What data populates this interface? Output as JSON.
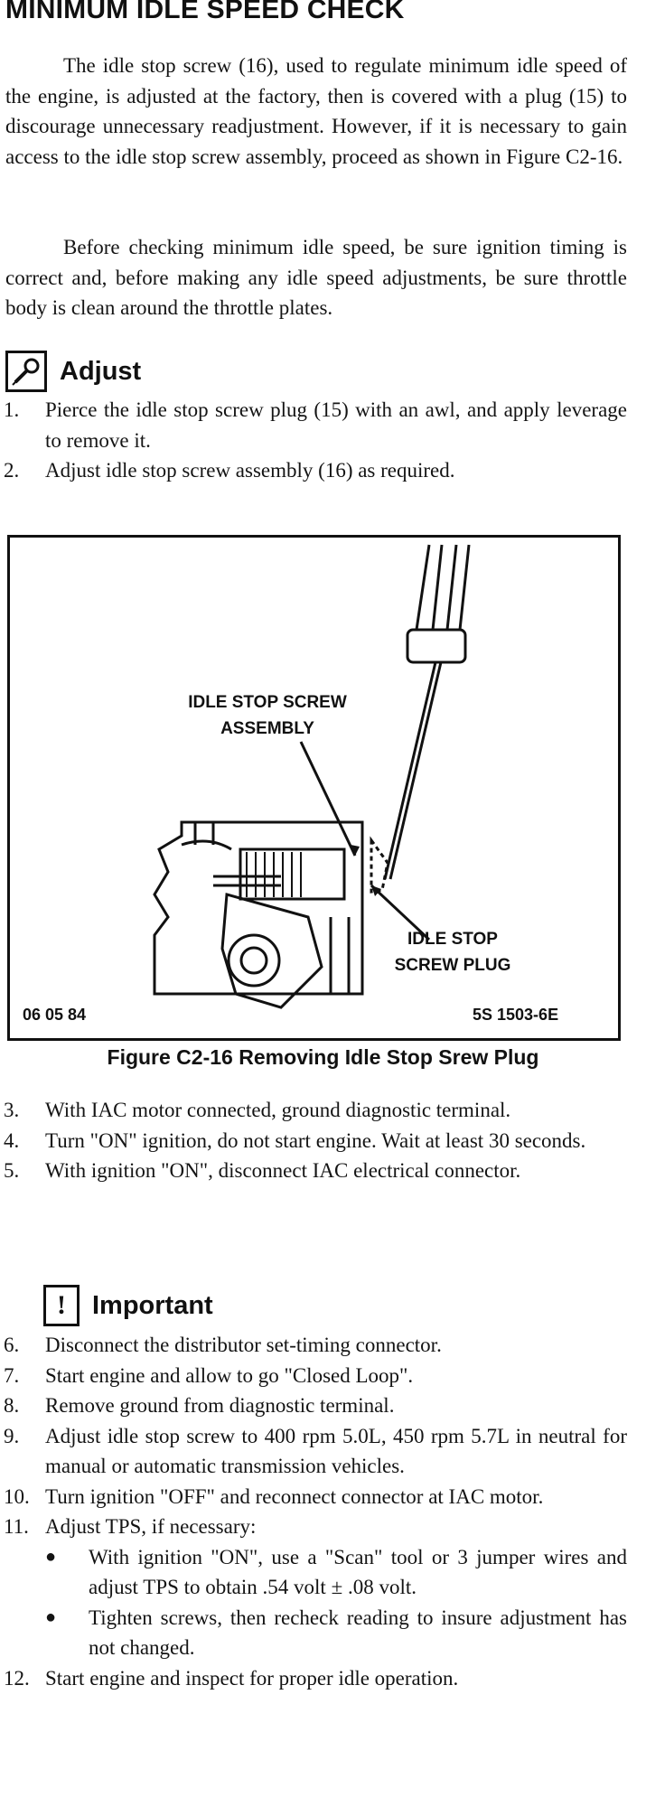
{
  "heading": "MINIMUM IDLE SPEED CHECK",
  "intro_paragraph_1": "The idle stop screw (16), used to regulate minimum idle speed of the engine, is adjusted at the factory, then is covered with a plug (15) to discourage unnecessary readjustment. However, if it is necessary to gain access to the idle stop screw assembly, proceed as shown in Figure C2-16.",
  "intro_paragraph_2": "Before checking minimum idle speed, be sure ignition timing is correct and, before making any idle speed adjustments, be sure throttle body is clean around the throttle plates.",
  "adjust": {
    "title": "Adjust",
    "icon": "awl-tool-icon",
    "steps": [
      {
        "num": "1.",
        "text": "Pierce the idle stop screw plug (15) with an awl, and apply leverage to remove it."
      },
      {
        "num": "2.",
        "text": "Adjust idle stop screw assembly (16) as required."
      }
    ]
  },
  "figure": {
    "label_screw_line1": "IDLE STOP SCREW",
    "label_screw_line2": "ASSEMBLY",
    "label_plug_line1": "IDLE STOP",
    "label_plug_line2": "SCREW PLUG",
    "code_left": "06 05 84",
    "code_right": "5S  1503-6E",
    "caption": "Figure C2-16  Removing Idle Stop Srew Plug"
  },
  "steps_3_5": [
    {
      "num": "3.",
      "text": "With IAC motor connected, ground diagnostic terminal."
    },
    {
      "num": "4.",
      "text": "Turn \"ON\" ignition, do not start engine. Wait at least 30 seconds."
    },
    {
      "num": "5.",
      "text": "With ignition \"ON\", disconnect IAC electrical connector."
    }
  ],
  "important": {
    "title": "Important",
    "icon": "exclamation-icon",
    "glyph": "!"
  },
  "steps_6_10": [
    {
      "num": "6.",
      "text": "Disconnect the distributor set-timing connector."
    },
    {
      "num": "7.",
      "text": "Start engine and allow to go \"Closed Loop\"."
    },
    {
      "num": "8.",
      "text": "Remove ground from diagnostic terminal."
    },
    {
      "num": "9.",
      "text": "Adjust idle stop screw to 400 rpm 5.0L, 450 rpm 5.7L in neutral for manual or automatic transmission vehicles."
    },
    {
      "num": "10.",
      "text": "Turn ignition \"OFF\" and reconnect connector at IAC motor."
    }
  ],
  "step_11": {
    "num": "11.",
    "text": "Adjust TPS, if necessary:",
    "bullets": [
      {
        "dot": "●",
        "text": "With ignition \"ON\", use a \"Scan\" tool or 3 jumper wires and adjust TPS to obtain .54 volt ± .08 volt."
      },
      {
        "dot": "●",
        "text": "Tighten screws, then recheck reading to insure adjustment has not changed."
      }
    ]
  },
  "step_12": {
    "num": "12.",
    "text": "Start engine and inspect for proper idle operation."
  }
}
